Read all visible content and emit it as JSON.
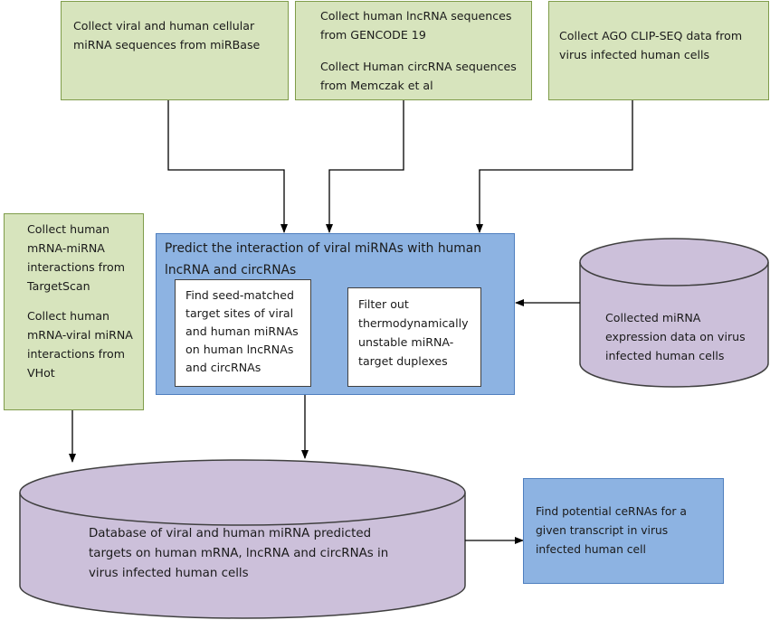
{
  "boxes": {
    "mirbase": {
      "lines": [
        "Collect viral and human cellular",
        "miRNA sequences from miRBase"
      ]
    },
    "lncrna": {
      "para1": [
        "Collect human lncRNA sequences",
        "from GENCODE 19"
      ],
      "para2": [
        "Collect Human circRNA sequences",
        "from Memczak et al"
      ]
    },
    "ago": {
      "lines": [
        "Collect AGO CLIP-SEQ data from",
        "virus infected human cells"
      ]
    },
    "targetscan": {
      "para1": [
        "Collect human",
        "mRNA-miRNA",
        "interactions from",
        "TargetScan"
      ],
      "para2": [
        "Collect human",
        "mRNA-viral miRNA",
        "interactions from",
        "VHot"
      ]
    },
    "predict": {
      "title": [
        "Predict the interaction of viral miRNAs with human",
        "lncRNA and circRNAs"
      ],
      "seed": [
        "Find seed-matched",
        "target sites of viral",
        "and human miRNAs",
        "on human lncRNAs",
        "and circRNAs"
      ],
      "filter": [
        "Filter out",
        "thermodynamically",
        "unstable miRNA-",
        "target duplexes"
      ]
    },
    "expression": {
      "lines": [
        "Collected miRNA",
        "expression data on virus",
        "infected human cells"
      ]
    },
    "database": {
      "lines": [
        "Database of viral and human miRNA predicted",
        "targets on human mRNA, lncRNA and circRNAs in",
        "virus infected human cells"
      ]
    },
    "cerna": {
      "lines": [
        "Find potential ceRNAs for a",
        "given transcript in virus",
        "infected human cell"
      ]
    }
  },
  "colors": {
    "green_fill": "#d7e4bd",
    "green_border": "#7f9c4a",
    "blue_fill": "#8db3e2",
    "blue_border": "#4f7fbf",
    "cylinder_fill": "#ccc0da",
    "cylinder_border": "#404040",
    "arrow": "#000000"
  }
}
